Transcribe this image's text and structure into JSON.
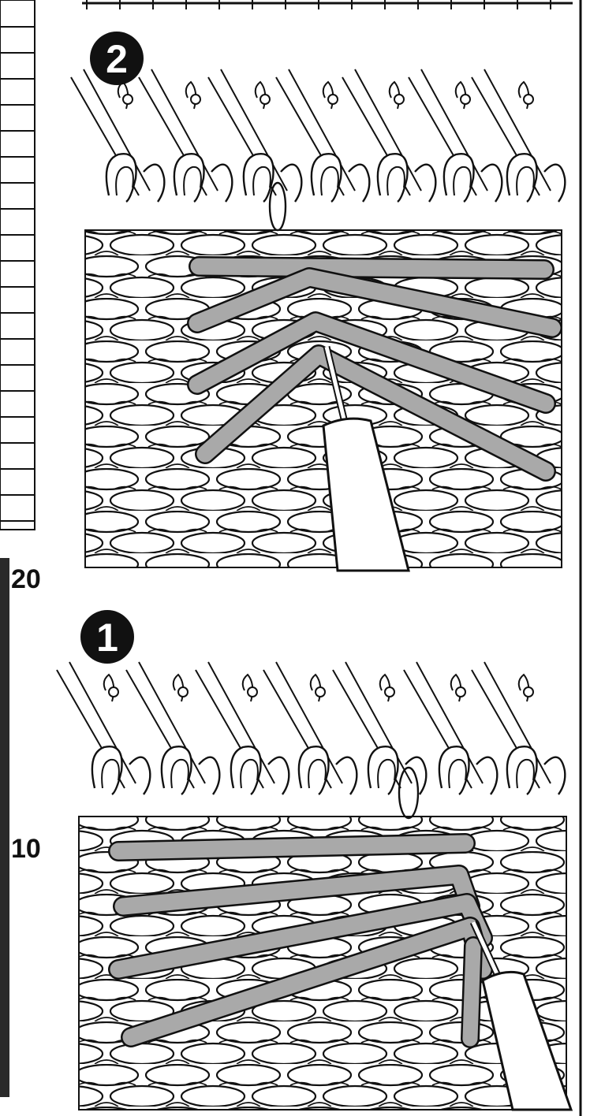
{
  "ruler": {
    "labels": [
      "20",
      "10"
    ]
  },
  "steps": [
    {
      "number": "2",
      "tool_icon": "knitting-machine-tool-icon"
    },
    {
      "number": "1",
      "tool_icon": "knitting-machine-tool-icon"
    }
  ],
  "colors": {
    "ink": "#111111",
    "strand": "#a9a9a9",
    "paper": "#ffffff"
  }
}
